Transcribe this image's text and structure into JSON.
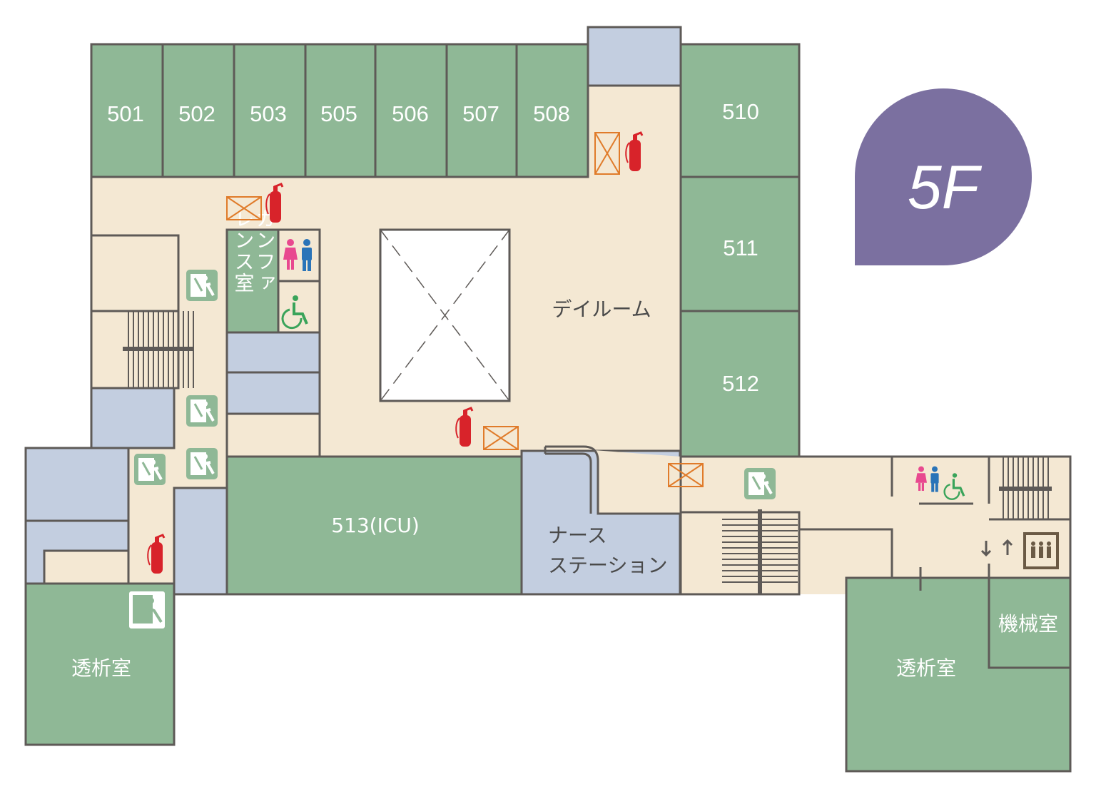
{
  "floor": {
    "label": "5F",
    "badge_color": "#7b70a0"
  },
  "colors": {
    "room": "#8fb896",
    "corridor": "#f4e8d3",
    "utility": "#c3cee0",
    "wall": "#5e5a57",
    "hazard": "#e07b2a",
    "extinguisher": "#d8232a"
  },
  "rooms": {
    "r501": "501",
    "r502": "502",
    "r503": "503",
    "r505": "505",
    "r506": "506",
    "r507": "507",
    "r508": "508",
    "r510": "510",
    "r511": "511",
    "r512": "512",
    "r513": "513(ICU)",
    "conference_col1": "カンファ",
    "conference_col2": "レンス室",
    "dialysis_left": "透析室",
    "dialysis_right": "透析室",
    "machine_room": "機械室"
  },
  "areas": {
    "day_room": "デイルーム",
    "nurse_station_line1": "ナース",
    "nurse_station_line2": "ステーション"
  },
  "icons": [
    "fire-extinguisher-icon",
    "fire-shutter-icon",
    "emergency-exit-icon",
    "restroom-icon",
    "wheelchair-icon",
    "elevator-icon",
    "stairs-icon"
  ]
}
